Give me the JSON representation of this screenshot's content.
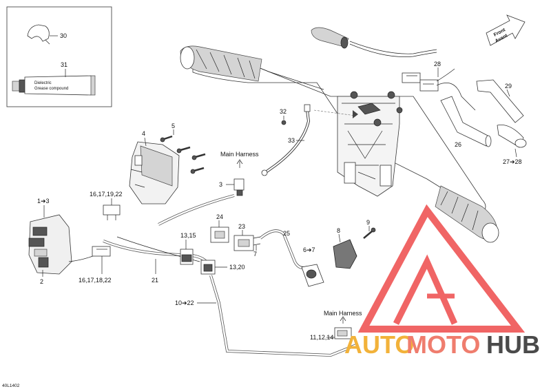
{
  "diagram": {
    "doc_code": "40L1402",
    "direction_arrow": {
      "line1": "Front",
      "line2": "Avant"
    },
    "main_harness_label": "Main Harness",
    "callouts": {
      "c30": "30",
      "c31": "31",
      "c4": "4",
      "c5": "5",
      "c1_3": "1➔3",
      "c2": "2",
      "c16_17_19_22": "16,17,19,22",
      "c16_17_18_22": "16,17,18,22",
      "c21": "21",
      "c3": "3",
      "c32": "32",
      "c33": "33",
      "c24": "24",
      "c23": "23",
      "c7": "7",
      "c25": "25",
      "c13_15": "13,15",
      "c13_20": "13,20",
      "c6_7": "6➔7",
      "c8": "8",
      "c9": "9",
      "c10_22": "10➔22",
      "c11_12_14": "11,12,14",
      "c28": "28",
      "c29": "29",
      "c26": "26",
      "c27_28": "27➔28"
    },
    "tube_label": {
      "line1": "Dielectric",
      "line2": "Grease compound"
    }
  },
  "watermark": {
    "brand_part1": "AUTO",
    "brand_part2": "MOTO",
    "brand_part3": "HUB",
    "colors": {
      "auto": "#f2b23a",
      "moto": "#ef7d6e",
      "hub": "#4a4a4a",
      "logo": "#ee4b4b"
    }
  }
}
